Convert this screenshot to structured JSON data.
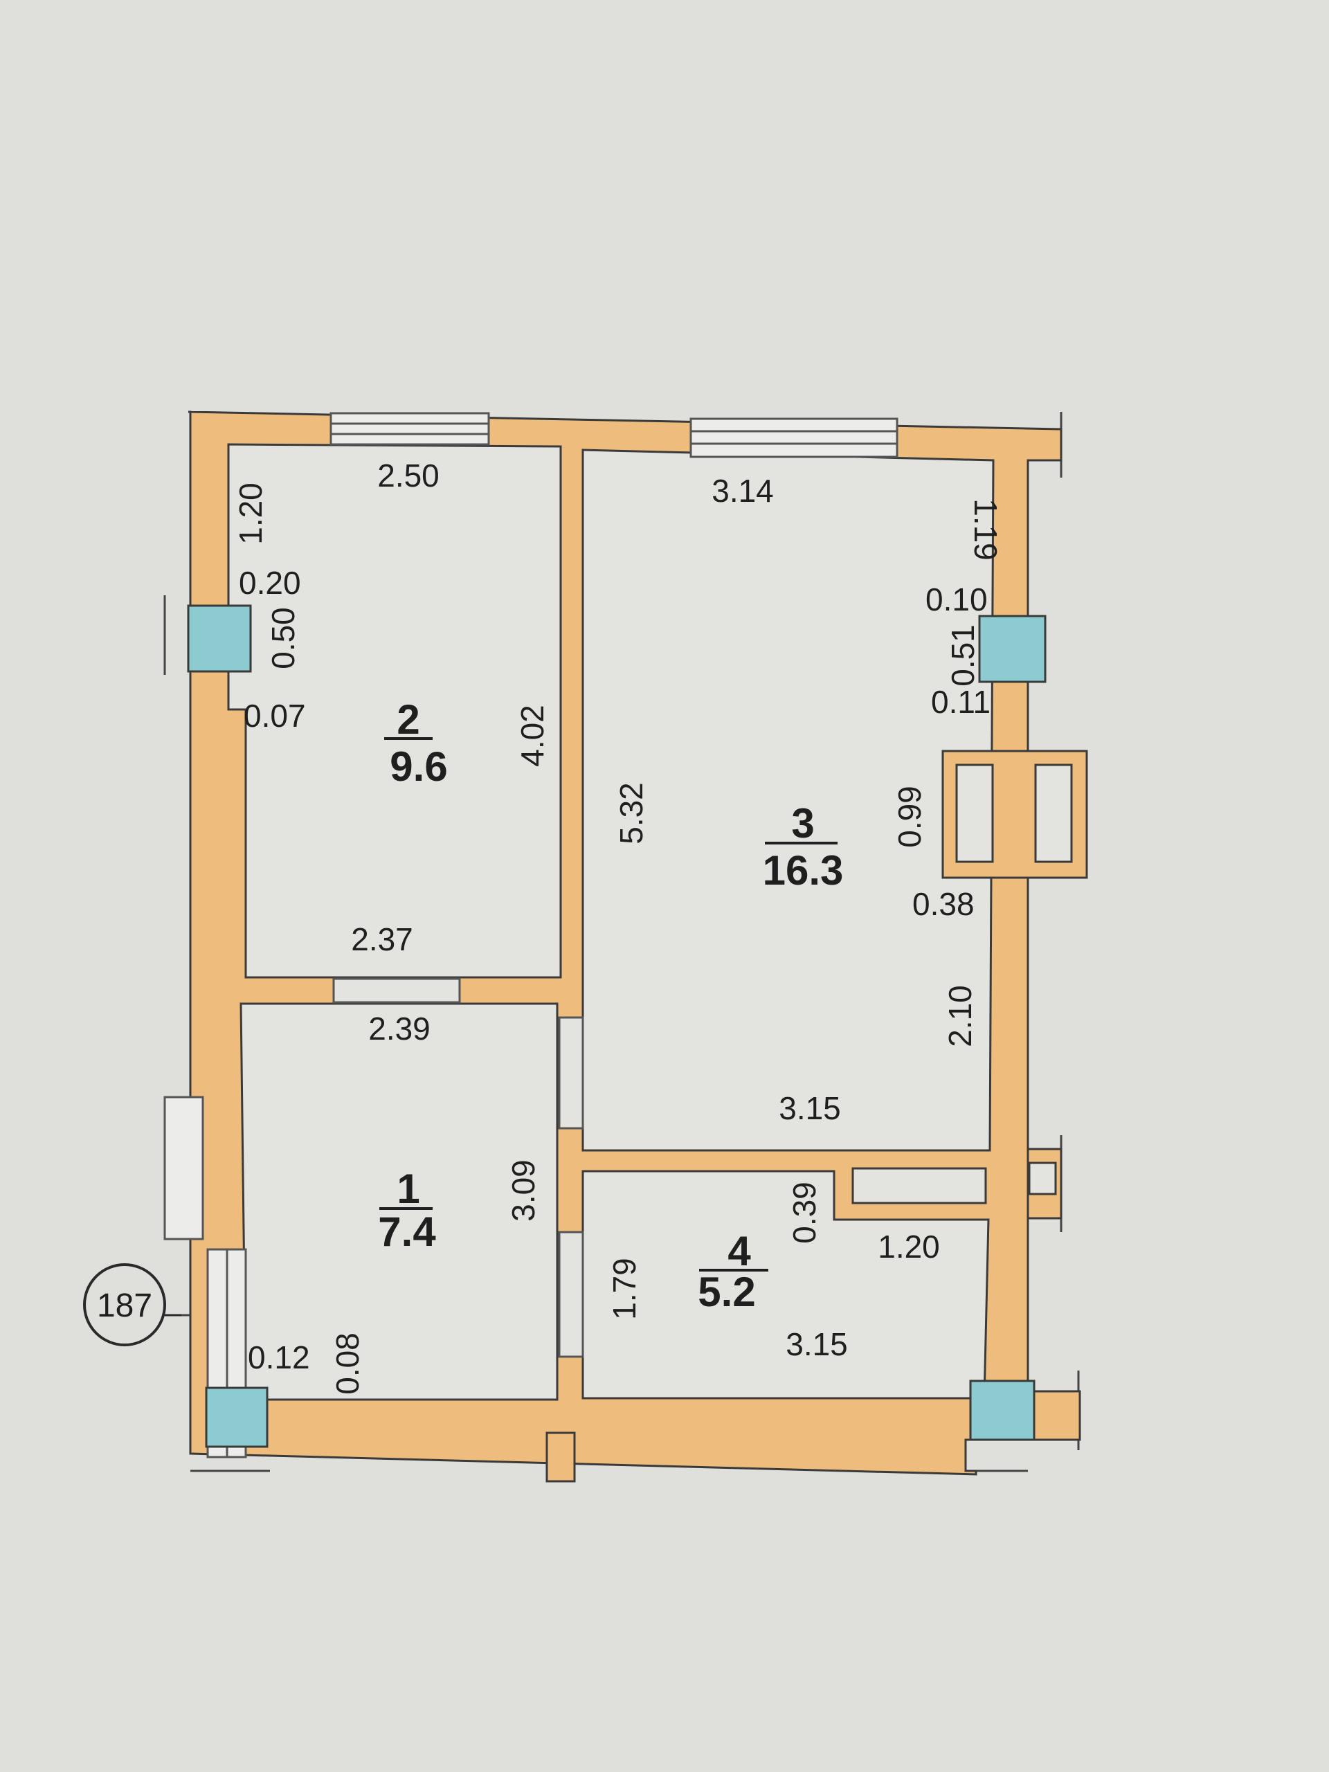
{
  "plan": {
    "colors": {
      "paper": "#e4e5e1",
      "wall": "#eebd7d",
      "wall_outline": "#3a3a3a",
      "column": "#8ccbd0",
      "room_fill": "#e3e4e0"
    },
    "apartment_number": "187",
    "rooms": [
      {
        "id": "1",
        "number": "1",
        "area": "7.4"
      },
      {
        "id": "2",
        "number": "2",
        "area": "9.6"
      },
      {
        "id": "3",
        "number": "3",
        "area": "16.3"
      },
      {
        "id": "4",
        "number": "4",
        "area": "5.2"
      }
    ],
    "dimensions": {
      "r2_top": "2.50",
      "r2_left_upper": "1.20",
      "r2_left_a": "0.20",
      "r2_left_b": "0.50",
      "r2_left_c": "0.07",
      "r2_right": "4.02",
      "r2_bottom": "2.37",
      "r3_top": "3.14",
      "r3_right_upper": "1.19",
      "r3_right_a": "0.10",
      "r3_right_b": "0.51",
      "r3_right_c": "0.11",
      "r3_shaft": "0.99",
      "r3_shaft_gap": "0.38",
      "r3_right_lower": "2.10",
      "r3_left": "5.32",
      "r3_bottom": "3.15",
      "r1_top": "2.39",
      "r1_right": "3.09",
      "r1_left_a": "0.12",
      "r1_left_b": "0.08",
      "r4_left": "1.79",
      "r4_niche_h": "0.39",
      "r4_niche_w": "1.20",
      "r4_bottom": "3.15"
    }
  }
}
